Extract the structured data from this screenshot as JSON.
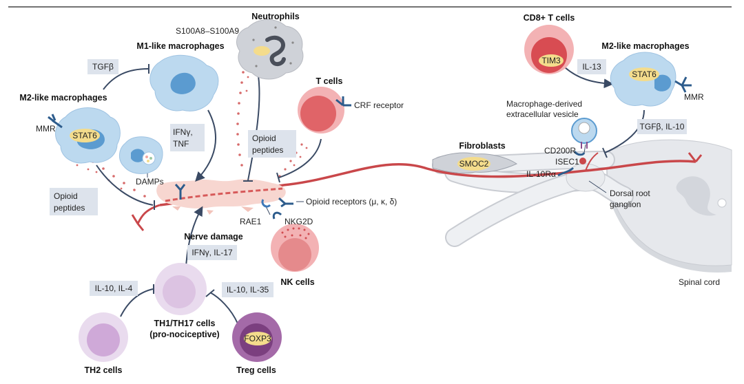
{
  "colors": {
    "box_fill": "#dde3ec",
    "nerve_red": "#c9474a",
    "tissue_pink": "#f7d6d0",
    "macrophage_blue": "#bcd9ef",
    "nucleus_blue": "#5b9bd0",
    "neutrophil_gray": "#cfd2d8",
    "t_cell_red": "#e06468",
    "nk_cell_pink": "#f3b2b4",
    "th_cell_purple": "#dcc3e2",
    "treg_purple": "#7b3f7f",
    "tag_yellow": "#f4dc8c",
    "inhibit_arrow": "#3a4a64",
    "spinal_cord_gray": "#e3e5e9"
  },
  "titles": {
    "neutrophils": "Neutrophils",
    "m1_macrophages": "M1-like macrophages",
    "m2_macrophages_left": "M2-like macrophages",
    "t_cells": "T cells",
    "nk_cells": "NK cells",
    "nerve_damage": "Nerve damage",
    "th1_th17_line1": "TH1/TH17 cells",
    "th1_th17_line2": "(pro-nociceptive)",
    "th2_cells": "TH2 cells",
    "treg_cells": "Treg cells",
    "cd8_t_cells": "CD8+ T cells",
    "m2_macrophages_right": "M2-like macrophages",
    "fibroblasts": "Fibroblasts"
  },
  "labels": {
    "s100a8": "S100A8–S100A9",
    "mmr_left": "MMR",
    "damps": "DAMPs",
    "crf_receptor": "CRF receptor",
    "opioid_receptors": "Opioid receptors (μ, κ, δ)",
    "rae1": "RAE1",
    "nkg2d": "NKG2D",
    "vesicle_line1": "Macrophage-derived",
    "vesicle_line2": "extracellular vesicle",
    "mmr_right": "MMR",
    "cd200r": "CD200R",
    "isec1": "ISEC1",
    "il10ra": "IL-10Rα",
    "drg_line1": "Dorsal root",
    "drg_line2": "ganglion",
    "spinal_cord": "Spinal cord"
  },
  "tags": {
    "stat6_left": "STAT6",
    "stat6_right": "STAT6",
    "tim3": "TIM3",
    "smoc2": "SMOC2",
    "foxp3": "FOXP3"
  },
  "boxes": {
    "tgfb": "TGFβ",
    "ifng_tnf_line1": "IFNγ,",
    "ifng_tnf_line2": "TNF",
    "opioid_left_line1": "Opioid",
    "opioid_left_line2": "peptides",
    "opioid_mid_line1": "Opioid",
    "opioid_mid_line2": "peptides",
    "ifng_il17": "IFNγ, IL-17",
    "il10_il4": "IL-10, IL-4",
    "il10_il35": "IL-10, IL-35",
    "il13": "IL-13",
    "tgfb_il10": "TGFβ, IL-10"
  }
}
